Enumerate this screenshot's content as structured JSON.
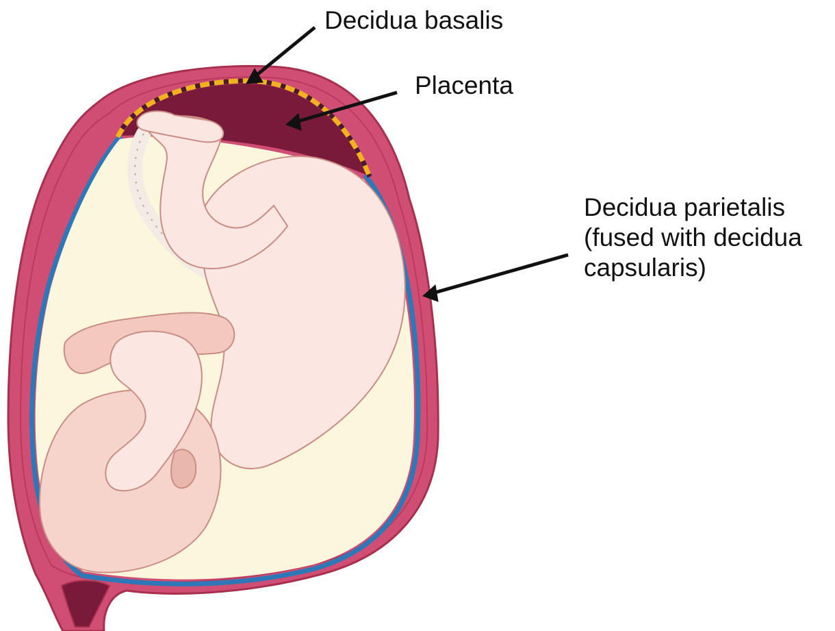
{
  "labels": {
    "decidua_basalis": "Decidua basalis",
    "placenta": "Placenta",
    "decidua_parietalis_line1": "Decidua parietalis",
    "decidua_parietalis_line2": "(fused with decidua",
    "decidua_parietalis_line3": "capsularis)"
  },
  "colors": {
    "uterine_wall": "#d04d73",
    "uterine_wall_dark": "#a8304f",
    "decidua_parietalis": "#2e78b7",
    "decidua_basalis": "#f0b21d",
    "placenta": "#7a1a3a",
    "amniotic_fluid": "#fbf6dc",
    "fetus_skin": "#fbe6e1",
    "fetus_shadow": "#e8b4a8",
    "umbilical_cord": "#f2ece4",
    "arrow": "#111111"
  }
}
